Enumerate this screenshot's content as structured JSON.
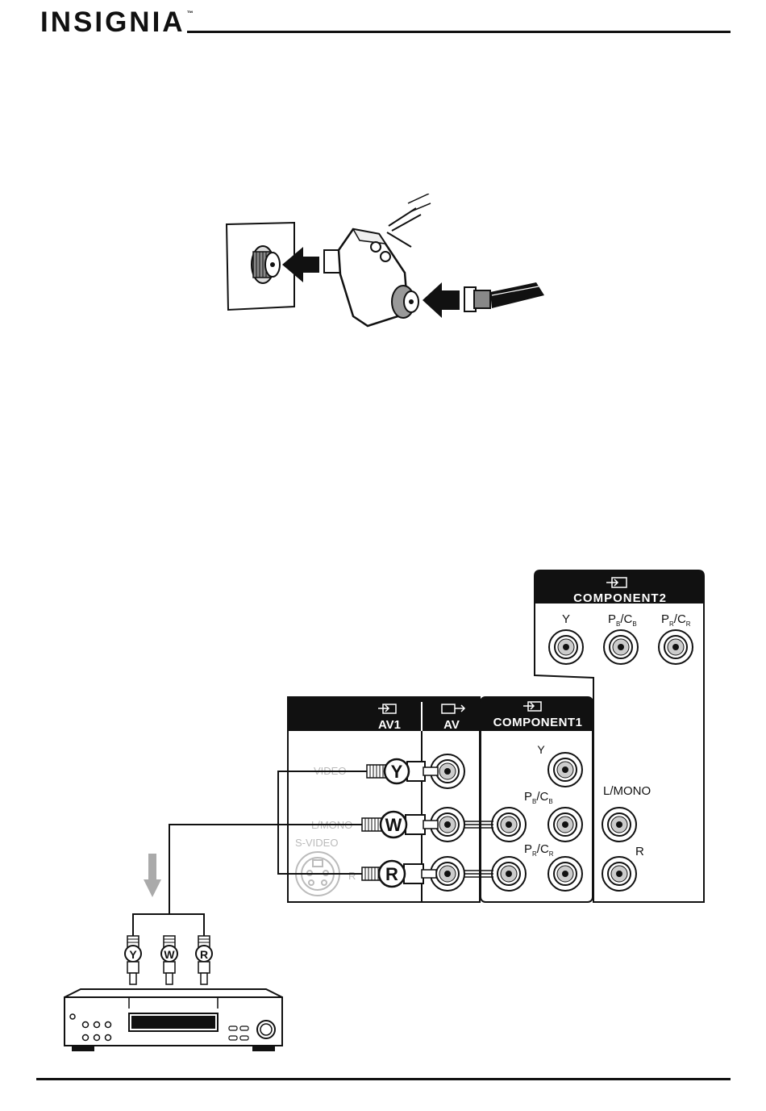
{
  "header": {
    "brand": "INSIGNIA",
    "trademark": "™"
  },
  "antenna_figure": {
    "arrow_color": "#111111"
  },
  "panel": {
    "component2": {
      "title": "COMPONENT2",
      "y": "Y"
    },
    "component1": {
      "title": "COMPONENT1",
      "y": "Y"
    },
    "av1": {
      "title": "AV1"
    },
    "av": {
      "title": "AV"
    },
    "pb_cb": {
      "p": "P",
      "b_sub": "B",
      "slash": "/C",
      "b_sub2": "B"
    },
    "pr_cr": {
      "p": "P",
      "r_sub": "R",
      "slash": "/C",
      "r_sub2": "R"
    },
    "lmono": "L/MONO",
    "r": "R",
    "faded_video": "VIDEO",
    "faded_lmono": "L/MONO",
    "faded_svideo": "S-VIDEO",
    "faded_r": "R"
  },
  "plugs": {
    "y": "Y",
    "w": "W",
    "r": "R"
  }
}
